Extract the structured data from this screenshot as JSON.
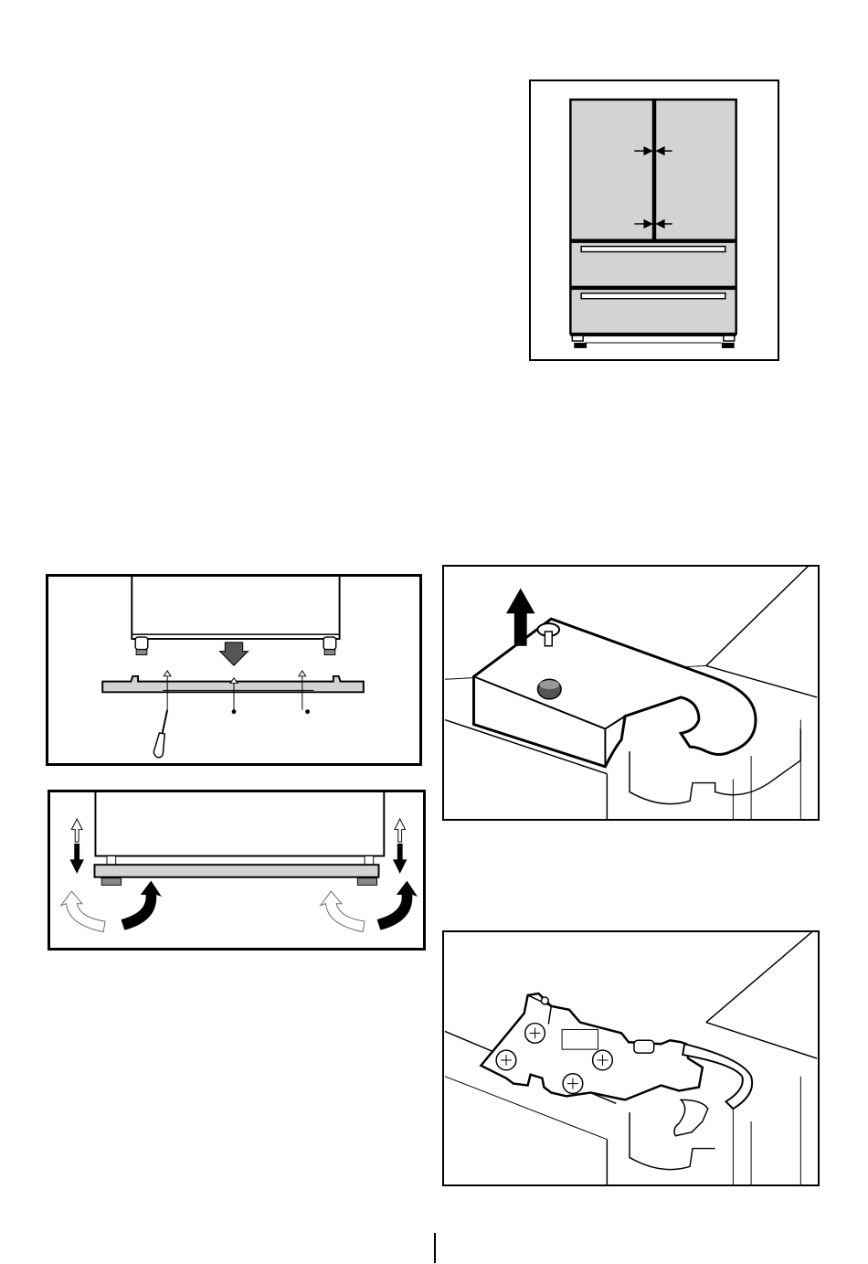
{
  "page": {
    "background": "#ffffff",
    "accent_gray": "#d3d3d3",
    "line_color": "#000000"
  },
  "figures": [
    {
      "name": "door-alignment-figure",
      "icons": [
        "refrigerator-icon",
        "gap-arrow-icon"
      ]
    },
    {
      "name": "kick-plate-fitting-figure",
      "icons": [
        "screwdriver-icon",
        "down-arrow-icon",
        "screw-icon"
      ]
    },
    {
      "name": "foot-adjustment-figure",
      "icons": [
        "up-down-arrow-icon",
        "rotate-arrow-icon"
      ]
    },
    {
      "name": "hinge-cover-removal-figure",
      "icons": [
        "up-arrow-icon",
        "screw-icon"
      ]
    },
    {
      "name": "hinge-bracket-figure",
      "icons": [
        "hinge-icon",
        "screw-icon",
        "wing-nut-icon"
      ]
    }
  ]
}
